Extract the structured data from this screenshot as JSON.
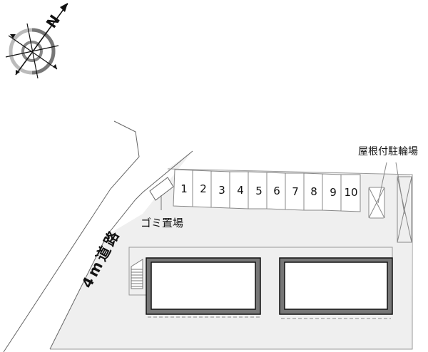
{
  "compass": {
    "label": "N",
    "icon": "north-arrow-compass-icon"
  },
  "road": {
    "label": "4m道路"
  },
  "garbage": {
    "label": "ゴミ置場"
  },
  "bicycle": {
    "label": "屋根付駐輪場"
  },
  "parking": {
    "spaces": [
      "1",
      "2",
      "3",
      "4",
      "5",
      "6",
      "7",
      "8",
      "9",
      "10"
    ]
  },
  "colors": {
    "lot_fill": "#efefef",
    "outline": "#555555",
    "building_wall": "#777777",
    "building_inner": "#ffffff"
  }
}
